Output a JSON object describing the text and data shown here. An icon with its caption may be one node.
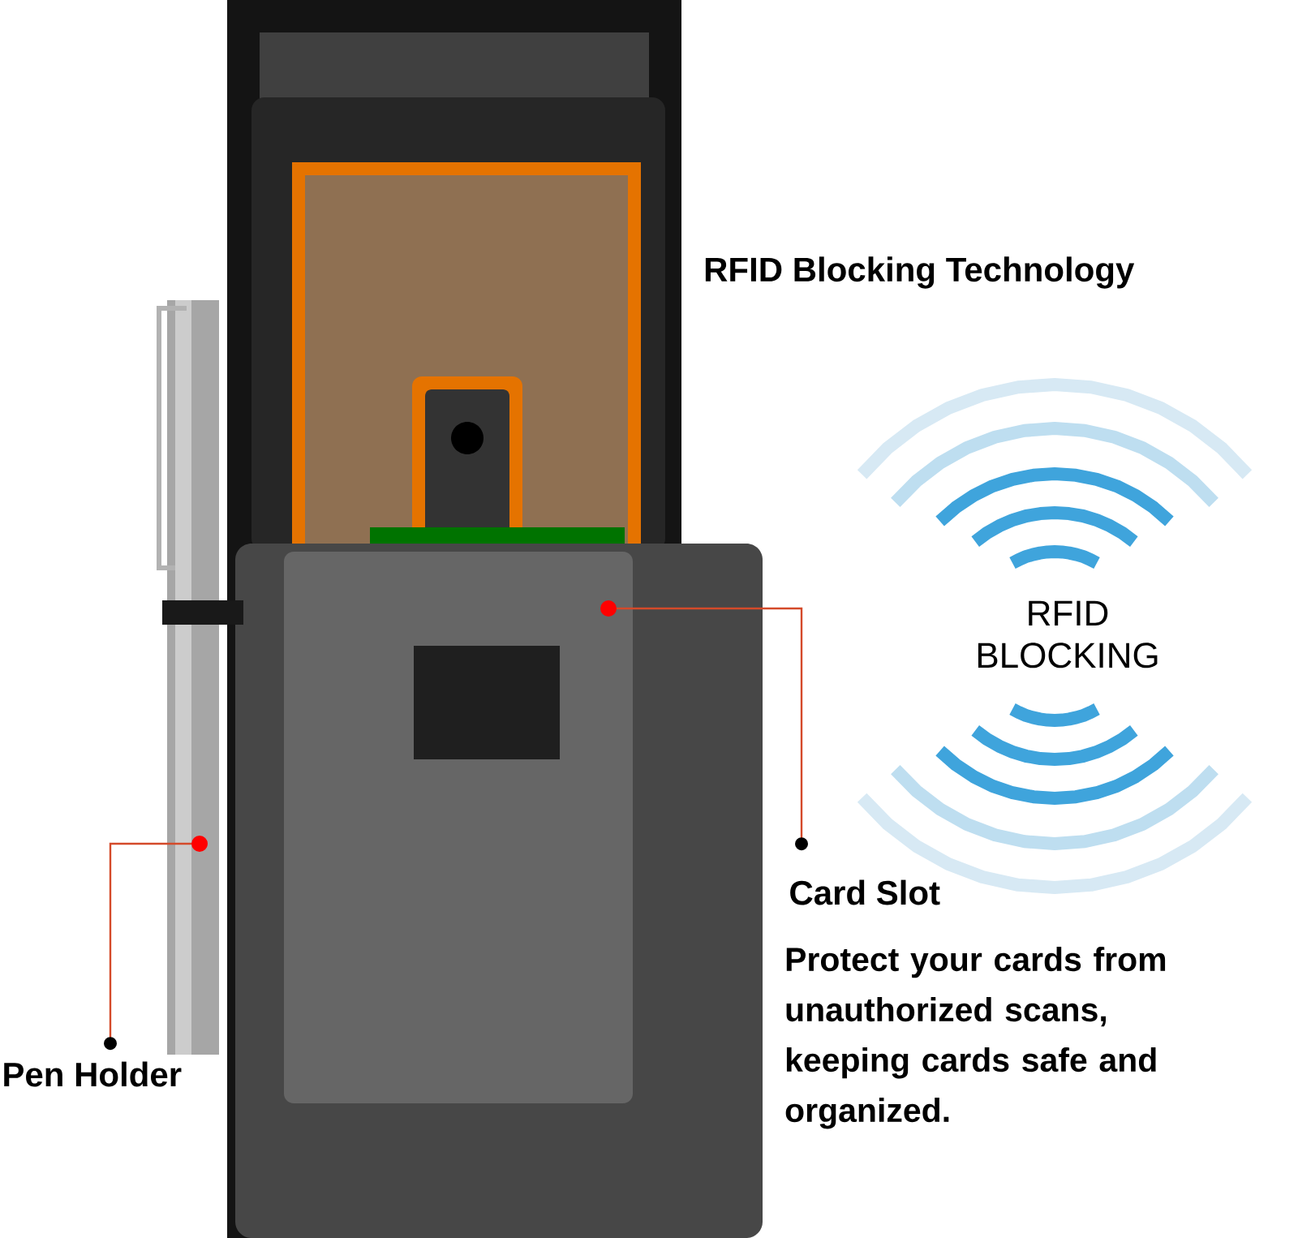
{
  "diagram": {
    "title": "RFID Blocking Technology",
    "nodes": [
      {
        "text": [
          "Pen Holder"
        ]
      },
      {
        "text": [
          "Card Slot"
        ]
      }
    ],
    "edges": [
      {
        "from": 0,
        "to": null,
        "arrow": "other"
      },
      {
        "from": 1,
        "to": null,
        "arrow": "other"
      }
    ],
    "labels": [
      "RFID BLOCKING",
      "Protect your cards from unauthorized scans, keeping cards safe and organized."
    ]
  }
}
